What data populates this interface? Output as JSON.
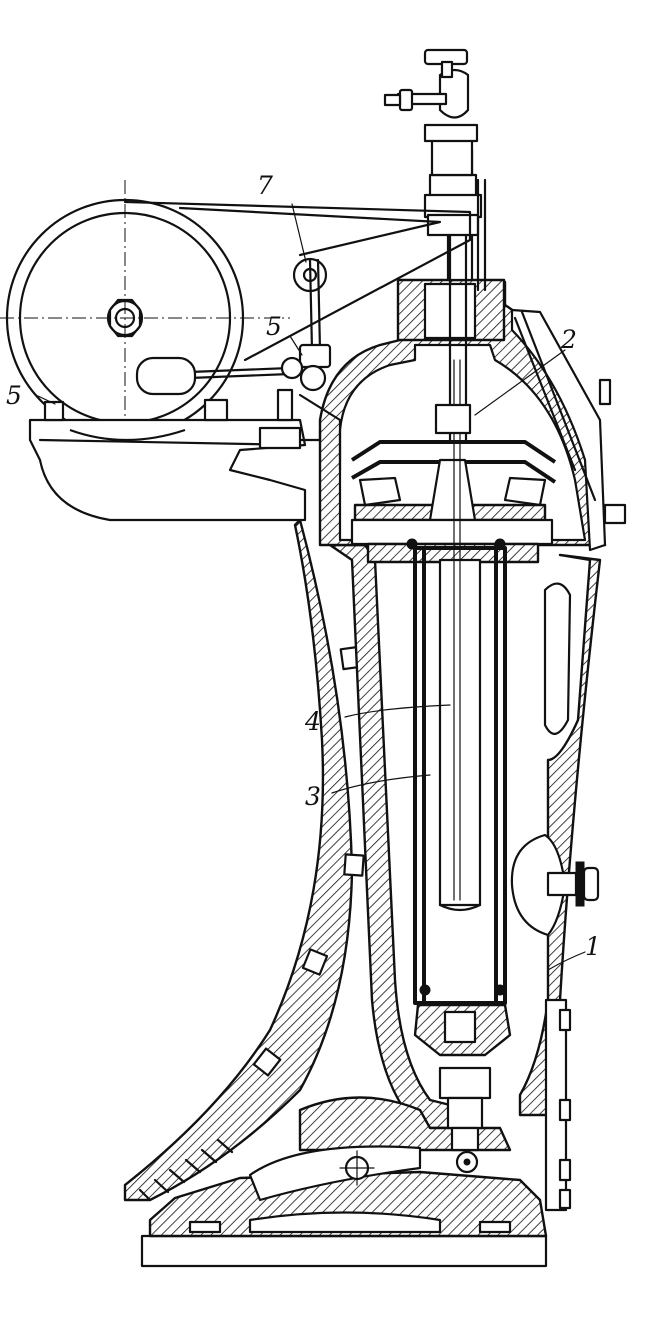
{
  "labels": {
    "body": "1",
    "upper_chamber": "2",
    "glass_tube": "3",
    "inner_tube": "4",
    "pulley": "5",
    "lever_valve": "5",
    "roller": "7"
  }
}
